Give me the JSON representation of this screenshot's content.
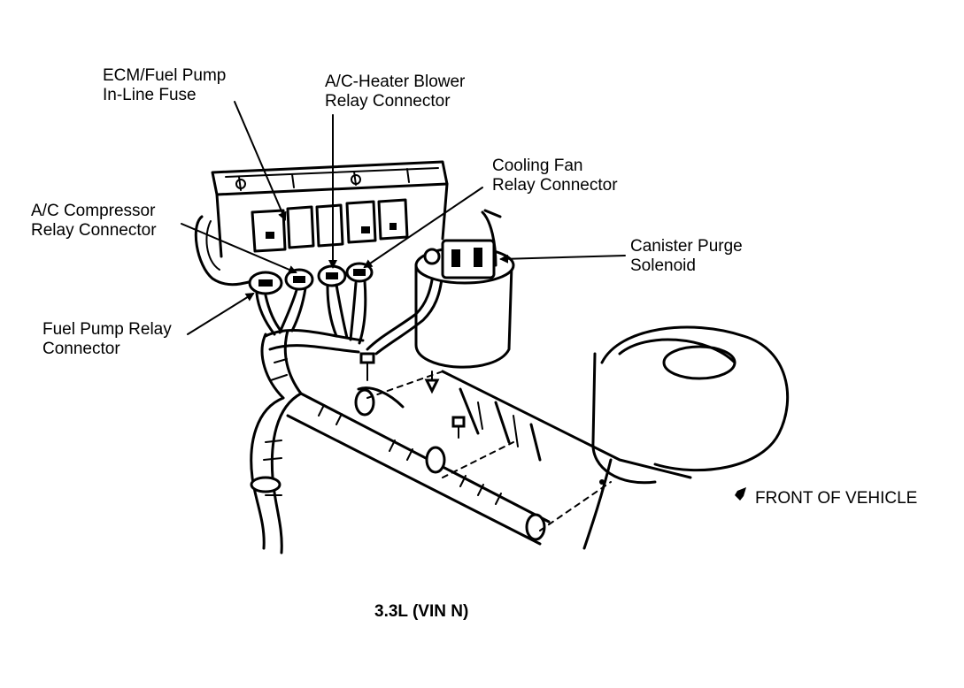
{
  "labels": {
    "ecm_fuse": "ECM/Fuel Pump\nIn-Line Fuse",
    "blower_relay": "A/C-Heater Blower\nRelay Connector",
    "fan_relay": "Cooling Fan\nRelay Connector",
    "compressor_relay": "A/C Compressor\nRelay Connector",
    "canister_purge": "Canister Purge\nSolenoid",
    "fuel_pump_relay": "Fuel Pump Relay\nConnector",
    "front_of_vehicle": "FRONT OF VEHICLE"
  },
  "caption": "3.3L (VIN N)"
}
